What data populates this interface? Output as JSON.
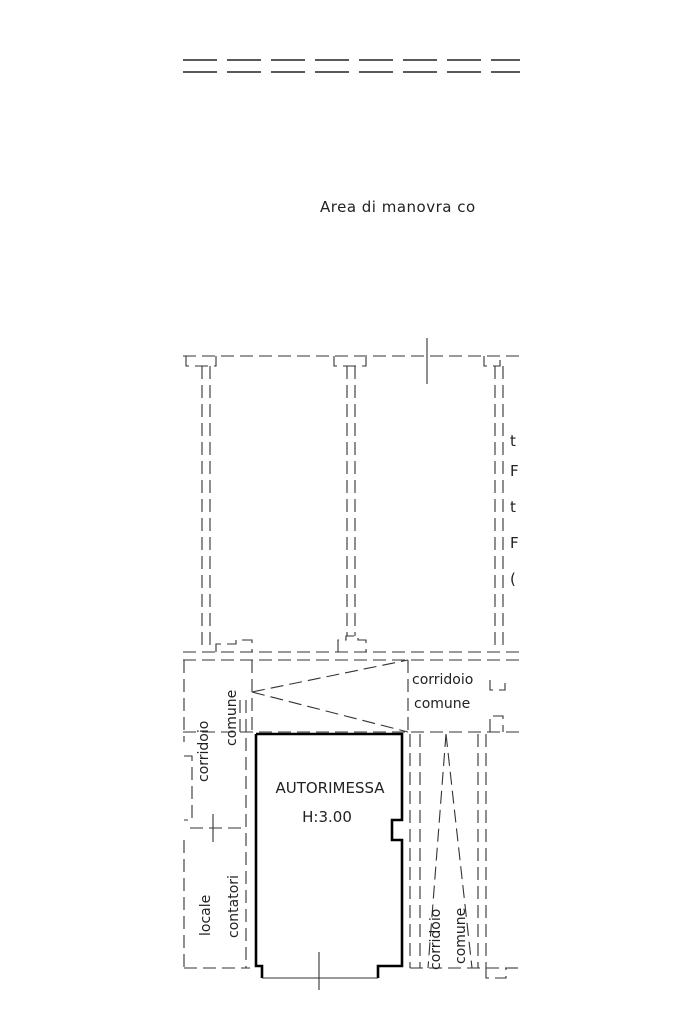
{
  "labels": {
    "area_manovra": "Area di manovra co",
    "corridor_top_1": "corridoio",
    "corridor_top_2": "comune",
    "corridor_left_1": "corridoio",
    "corridor_left_2": "comune",
    "meter_room_1": "locale",
    "meter_room_2": "contatori",
    "garage_name": "AUTORIMESSA",
    "garage_height": "H:3.00",
    "corridor_bottom_1": "corridoio",
    "corridor_bottom_2": "comune",
    "cut_right_1": "t",
    "cut_right_2": "F",
    "cut_right_3": "t",
    "cut_right_4": "F",
    "cut_right_5": "("
  }
}
